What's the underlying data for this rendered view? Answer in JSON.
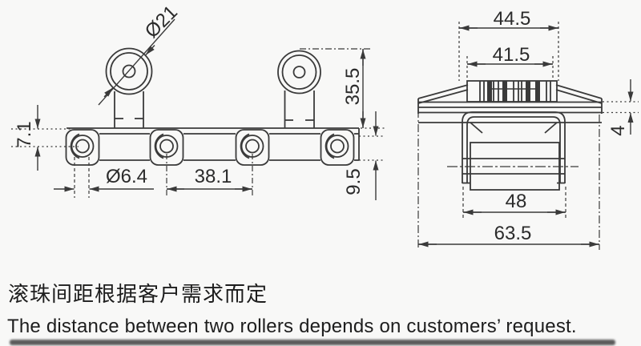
{
  "drawing": {
    "line_color": "#3a3a3a",
    "side_view": {
      "dims": {
        "roller_diameter": "Ø21",
        "height_to_rail": "35.5",
        "rail_top_to_pin": "7.1",
        "pin_diameter": "Ø6.4",
        "roller_pitch": "38.1",
        "rail_height": "9.5"
      }
    },
    "end_view": {
      "dims": {
        "top_width": "44.5",
        "spline_width": "41.5",
        "plate_thickness": "4",
        "roller_width": "48",
        "overall_width": "63.5"
      }
    }
  },
  "notes": {
    "zh": "滚珠间距根据客户需求而定",
    "en": "The distance between two rollers depends on customers’ request."
  }
}
